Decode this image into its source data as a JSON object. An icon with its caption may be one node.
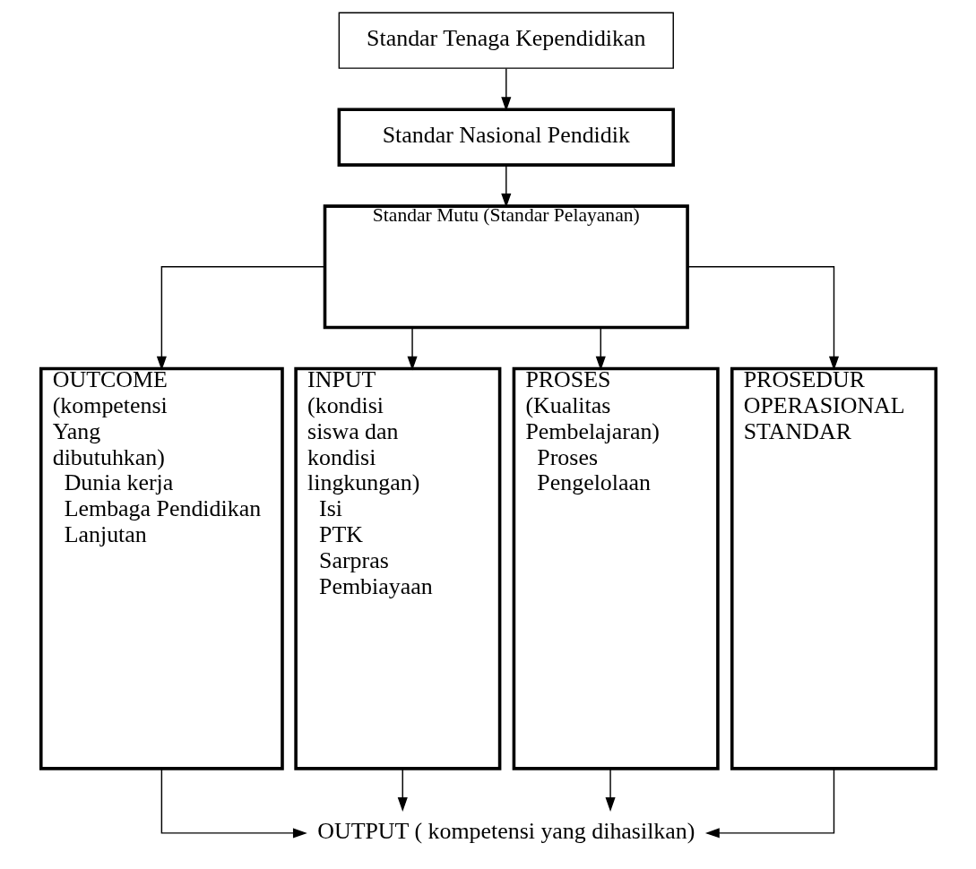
{
  "diagram": {
    "nodes": [
      {
        "text": [
          "Standar Tenaga Kependidikan"
        ]
      },
      {
        "text": [
          "Standar Nasional Pendidik"
        ]
      },
      {
        "text": [
          "Standar Mutu (Standar Pelayanan)"
        ]
      },
      {
        "text": [
          "OUTCOME (kompetensi Yang dibutuhkan)",
          "Dunia kerja",
          "Lembaga Pendidikan Lanjutan"
        ]
      },
      {
        "text": [
          "INPUT (kondisi siswa dan kondisi lingkungan)",
          "Isi",
          "PTK",
          "Sarpras",
          "Pembiayaan"
        ]
      },
      {
        "text": [
          "PROSES (Kualitas Pembelajaran)",
          "Proses",
          "Pengelolaan"
        ]
      },
      {
        "text": [
          "PROSEDUR OPERASIONAL STANDAR"
        ]
      },
      {
        "text": [
          "OUTPUT ( kompetensi yang dihasilkan)"
        ]
      }
    ],
    "edges": [
      {
        "from": 0,
        "to": 1,
        "arrow": "to"
      },
      {
        "from": 1,
        "to": 2,
        "arrow": "to"
      },
      {
        "from": 2,
        "to": 3,
        "arrow": "to"
      },
      {
        "from": 2,
        "to": 4,
        "arrow": "to"
      },
      {
        "from": 2,
        "to": 5,
        "arrow": "to"
      },
      {
        "from": 2,
        "to": 6,
        "arrow": "to"
      },
      {
        "from": 3,
        "to": 7,
        "arrow": "to"
      },
      {
        "from": 4,
        "to": 7,
        "arrow": "to"
      },
      {
        "from": 5,
        "to": 7,
        "arrow": "to"
      },
      {
        "from": 6,
        "to": 7,
        "arrow": "to"
      }
    ]
  }
}
